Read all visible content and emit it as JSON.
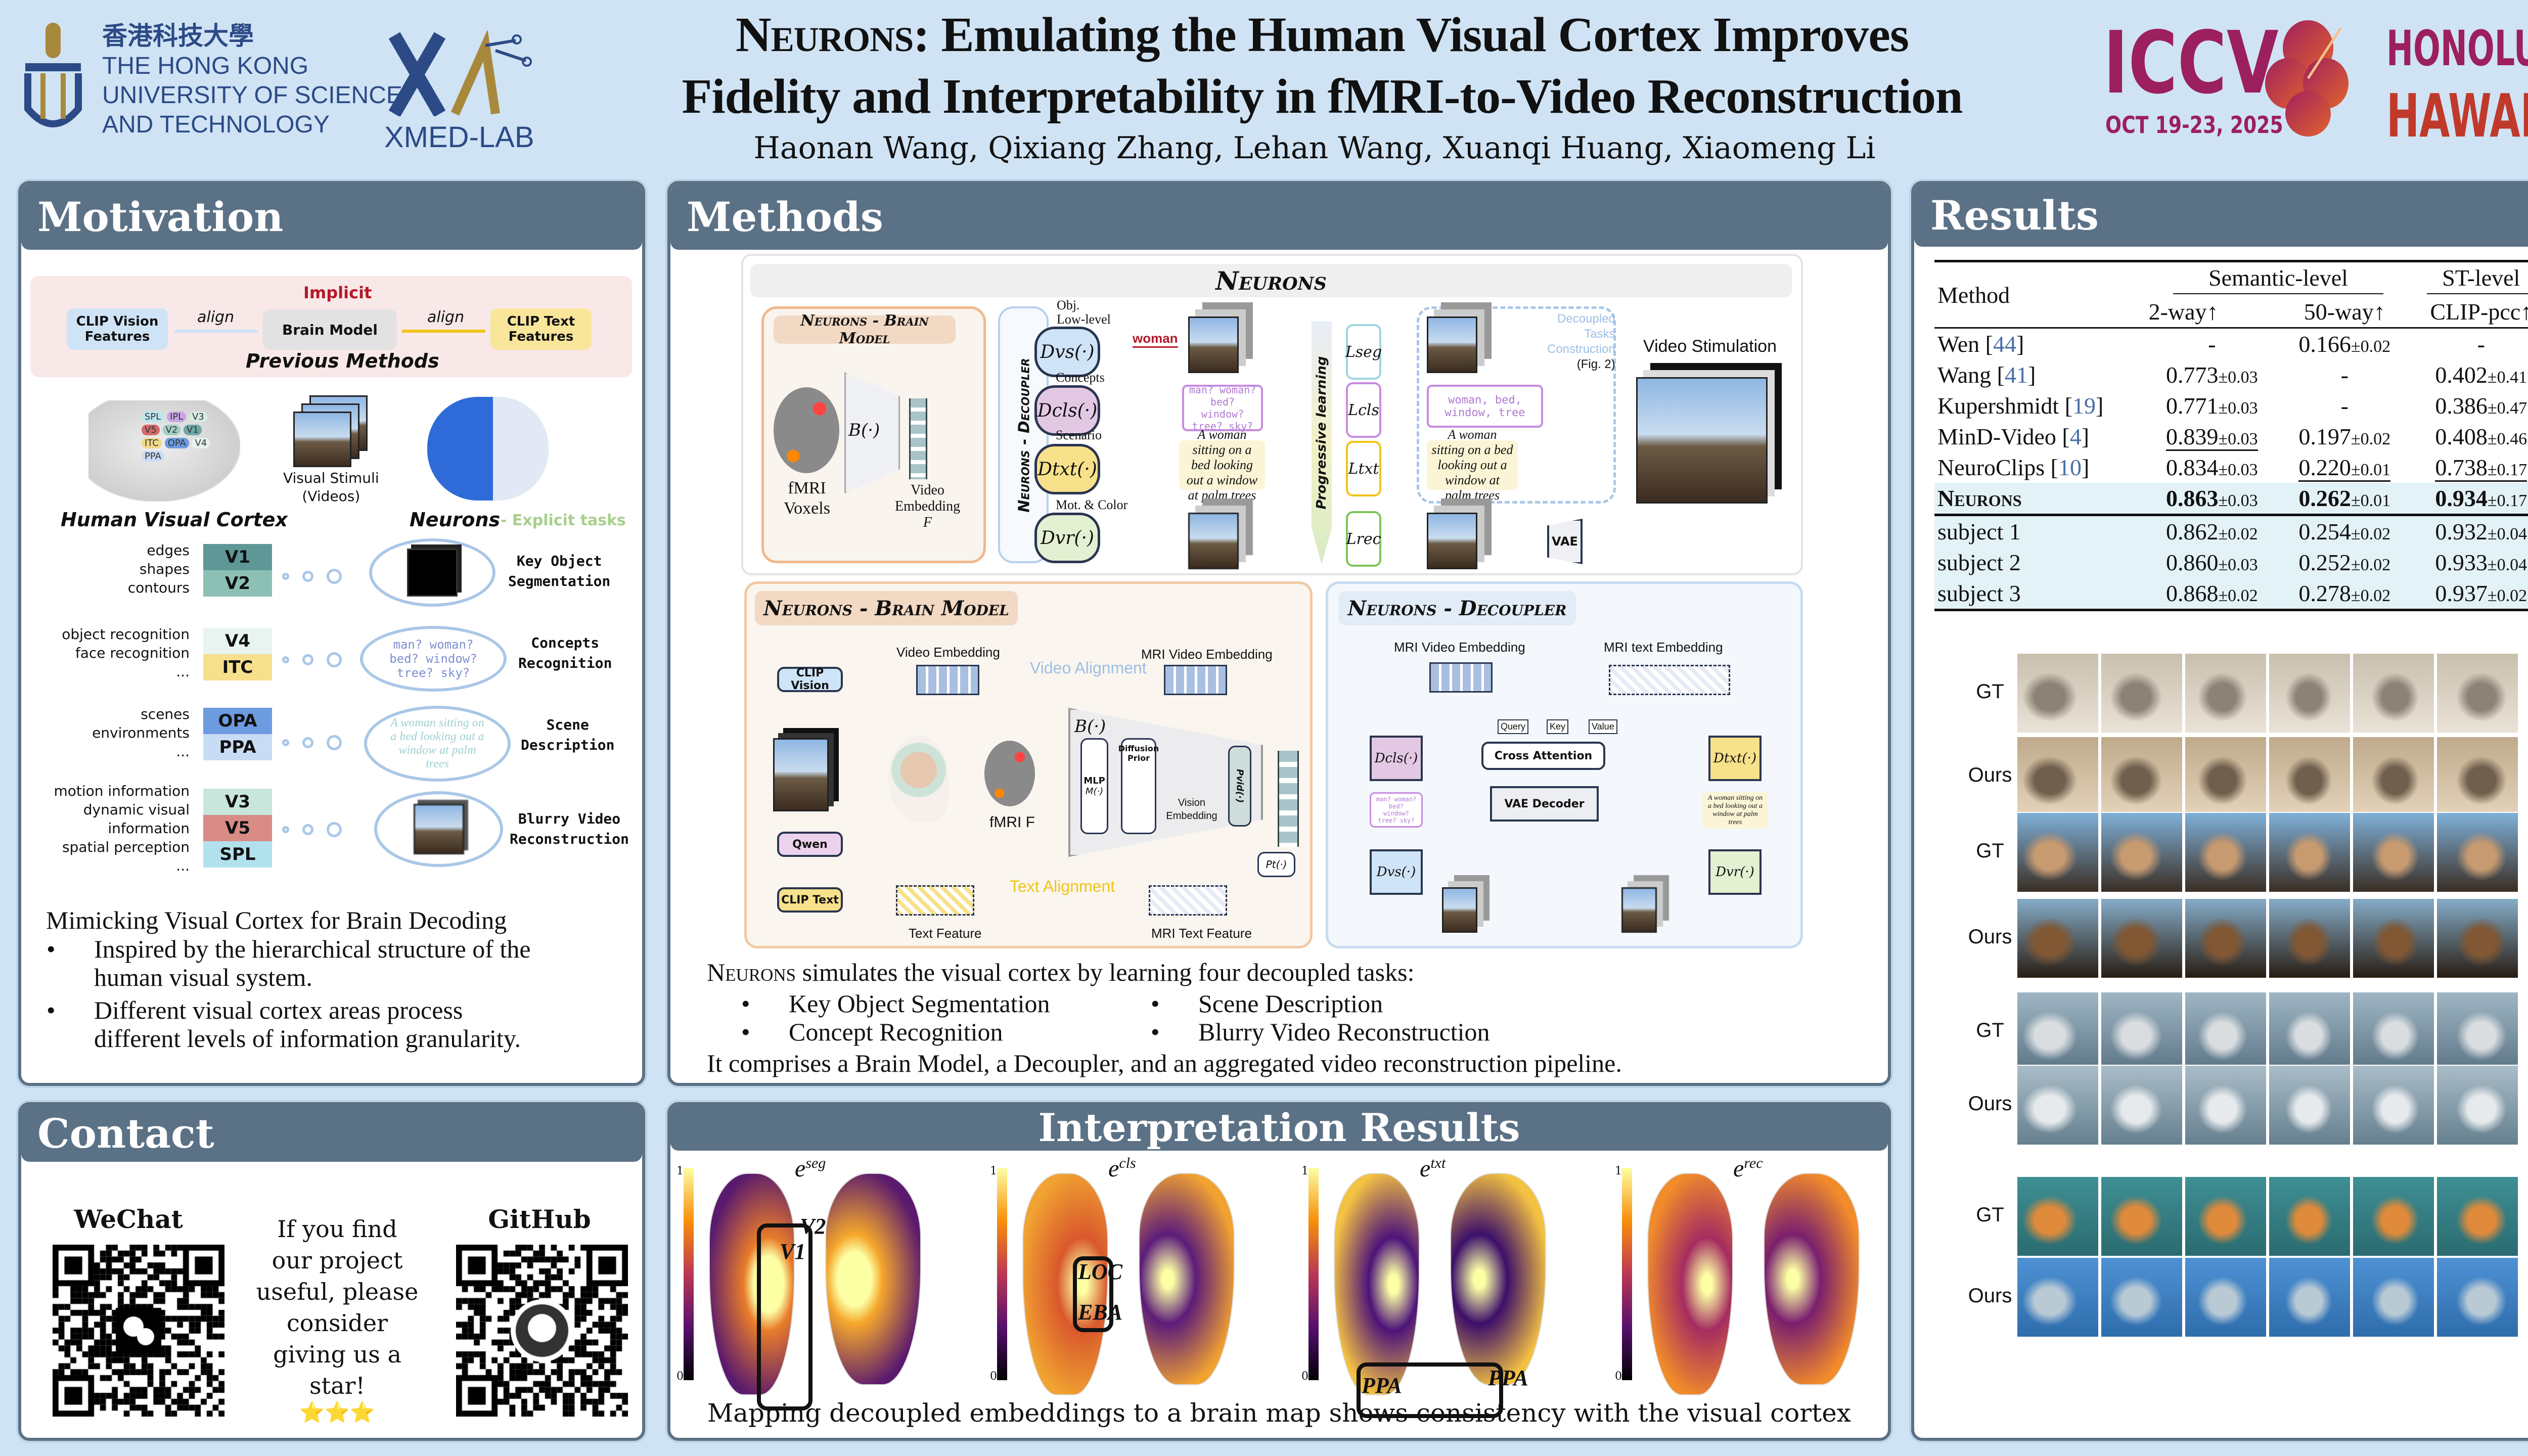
{
  "header": {
    "hkust_chinese": "香港科技大學",
    "hkust_lines": [
      "THE HONG KONG",
      "UNIVERSITY OF SCIENCE",
      "AND TECHNOLOGY"
    ],
    "lab": "XMED-LAB",
    "title_brand": "Neurons",
    "title_rest_line1": ": Emulating the Human Visual Cortex Improves",
    "title_line2": "Fidelity and Interpretability in fMRI-to-Video Reconstruction",
    "authors": "Haonan Wang, Qixiang Zhang, Lehan Wang, Xuanqi Huang, Xiaomeng Li",
    "conf": {
      "name": "ICCV",
      "dates": "OCT 19-23, 2025",
      "city": "HONOLULU",
      "state": "HAWAII"
    }
  },
  "motivation": {
    "heading": "Motivation",
    "diagram": {
      "implicit": "Implicit",
      "clip_vision": "CLIP Vision Features",
      "align_left": "align",
      "brain_model": "Brain Model",
      "align_right": "align",
      "clip_text": "CLIP Text Features",
      "previous_methods": "Previous Methods",
      "brain_regions": [
        "SPL",
        "IPL",
        "V3",
        "V5",
        "V2",
        "V1",
        "ITC",
        "OPA",
        "V4",
        "PPA"
      ],
      "visual_stimuli": "Visual Stimuli",
      "visual_stimuli_sub": "(Videos)",
      "human_visual_cortex": "Human Visual Cortex",
      "neurons": "Neurons",
      "explicit_tasks": "- Explicit tasks",
      "rows": [
        {
          "functions": [
            "edges",
            "shapes",
            "contours"
          ],
          "regions": [
            "V1",
            "V2"
          ],
          "cloud": "",
          "task": [
            "Key Object",
            "Segmentation"
          ]
        },
        {
          "functions": [
            "object recognition",
            "face recognition",
            "..."
          ],
          "regions": [
            "V4",
            "ITC"
          ],
          "cloud": "man? woman? bed? window? tree? sky?",
          "task": [
            "Concepts",
            "Recognition"
          ]
        },
        {
          "functions": [
            "scenes",
            "environments",
            "..."
          ],
          "regions": [
            "OPA",
            "PPA"
          ],
          "cloud": "A woman sitting on a bed looking out a window at palm trees",
          "task": [
            "Scene",
            "Description"
          ]
        },
        {
          "functions": [
            "motion information",
            "dynamic visual",
            "information",
            "spatial perception",
            "..."
          ],
          "regions": [
            "V3",
            "V5",
            "SPL"
          ],
          "cloud": "",
          "task": [
            "Blurry Video",
            "Reconstruction"
          ]
        }
      ]
    },
    "subtitle": "Mimicking Visual Cortex for Brain Decoding",
    "bullets": [
      [
        "Inspired by the hierarchical structure of the",
        "human visual system."
      ],
      [
        "Different visual cortex areas process",
        "different levels of information granularity."
      ]
    ]
  },
  "contact": {
    "heading": "Contact",
    "wechat": "WeChat",
    "github": "GitHub",
    "message_lines": [
      "If you find",
      "our project",
      "useful, please",
      "consider",
      "giving us a",
      "star!"
    ],
    "stars": "⭐⭐⭐"
  },
  "methods": {
    "heading": "Methods",
    "overview": {
      "title": "Neurons",
      "brain_model_label": "Neurons - Brain Model",
      "fmri": "fMRI",
      "voxels": "Voxels",
      "b_fn": "B(·)",
      "video_embedding": "Video",
      "video_embedding2": "Embedding",
      "f_symbol": "F",
      "decoupler_label": "Neurons - Decoupler",
      "rows": [
        {
          "label": "Obj.",
          "label2": "Low-level",
          "module": "Dvs(·)",
          "loss": "Lseg",
          "color": "#cfe4f7",
          "loss_color": "#9fd6e0"
        },
        {
          "label": "Concepts",
          "label2": "",
          "module": "Dcls(·)",
          "loss": "Lcls",
          "color": "#e3c8e4",
          "loss_color": "#c88be0"
        },
        {
          "label": "Scenario",
          "label2": "",
          "module": "Dtxt(·)",
          "loss": "Ltxt",
          "color": "#f7e18a",
          "loss_color": "#f0c419"
        },
        {
          "label": "Mot. & Color",
          "label2": "",
          "module": "Dvr(·)",
          "loss": "Lrec",
          "color": "#e4f0d2",
          "loss_color": "#7fc45a"
        }
      ],
      "woman_tag": "woman",
      "concepts_pred": "man? woman? bed? window? tree? sky?",
      "caption_pred": "A woman sitting on a bed looking out a window at palm trees",
      "concepts_gt": "woman, bed, window, tree",
      "caption_gt": "A woman sitting on a bed looking out a window at palm trees",
      "progressive": "Progressive learning",
      "decoupled_tasks": [
        "Decoupled",
        "Tasks",
        "Construction",
        "(Fig. 2)"
      ],
      "video_stimulation": "Video Stimulation",
      "vae": "VAE"
    },
    "brain_model": {
      "title": "Neurons - Brain Model",
      "video_embedding": "Video Embedding",
      "mri_video_embedding": "MRI Video Embedding",
      "video_alignment": "Video Alignment",
      "clip_vision": "CLIP Vision",
      "qwen": "Qwen",
      "clip_text": "CLIP Text",
      "b_fn": "B(·)",
      "mlp": "MLP",
      "mlp_fn": "M(·)",
      "diffusion_prior": "Diffusion Prior",
      "vision_embedding": "Vision Embedding",
      "pvid": "Pvid(·)",
      "pt": "Pt(·)",
      "fmri": "fMRI F",
      "text_alignment": "Text Alignment",
      "text_feature": "Text Feature",
      "mri_text_feature": "MRI Text Feature"
    },
    "decoupler": {
      "title": "Neurons - Decoupler",
      "mri_video_embedding": "MRI Video Embedding",
      "mri_text_embedding": "MRI text Embedding",
      "query": "Query",
      "key": "Key",
      "value": "Value",
      "cross_attention": "Cross Attention",
      "vae_decoder": "VAE Decoder",
      "dcls": "Dcls(·)",
      "dtxt": "Dtxt(·)",
      "dvs": "Dvs(·)",
      "dvr": "Dvr(·)",
      "concepts": "man? woman? bed? window? tree? sky?",
      "caption": "A woman sitting on a bed looking out a window at palm trees"
    },
    "summary_brand": "Neurons",
    "summary_rest": " simulates the visual cortex by learning four decoupled tasks:",
    "tasks": [
      "Key Object Segmentation",
      "Scene Description",
      "Concept Recognition",
      "Blurry Video Reconstruction"
    ],
    "conclusion": "It comprises a Brain Model, a Decoupler, and an aggregated video reconstruction pipeline."
  },
  "interpretation": {
    "heading": "Interpretation Results",
    "maps": [
      {
        "label": "e",
        "sup": "seg",
        "annotations": [
          "V1",
          "V2"
        ]
      },
      {
        "label": "e",
        "sup": "cls",
        "annotations": [
          "LOC",
          "EBA"
        ]
      },
      {
        "label": "e",
        "sup": "txt",
        "annotations": [
          "PPA",
          "PPA"
        ]
      },
      {
        "label": "e",
        "sup": "rec",
        "annotations": []
      }
    ],
    "colorbar_max": "1",
    "colorbar_min": "0",
    "caption": "Mapping decoupled embeddings to a brain map shows consistency with the visual cortex"
  },
  "results": {
    "heading": "Results",
    "table": {
      "method_header": "Method",
      "group_headers": [
        "Semantic-level",
        "ST-level"
      ],
      "columns": [
        "2-way↑",
        "50-way↑",
        "CLIP-pcc↑"
      ],
      "rows": [
        {
          "name": "Wen",
          "cite": "44",
          "cells": [
            [
              "-",
              ""
            ],
            [
              "0.166",
              "±0.02"
            ],
            [
              "-",
              ""
            ]
          ]
        },
        {
          "name": "Wang",
          "cite": "41",
          "cells": [
            [
              "0.773",
              "±0.03"
            ],
            [
              "-",
              ""
            ],
            [
              "0.402",
              "±0.41"
            ]
          ]
        },
        {
          "name": "Kupershmidt",
          "cite": "19",
          "cells": [
            [
              "0.771",
              "±0.03"
            ],
            [
              "-",
              ""
            ],
            [
              "0.386",
              "±0.47"
            ]
          ]
        },
        {
          "name": "MinD-Video",
          "cite": "4",
          "cells": [
            [
              "0.839",
              "±0.03"
            ],
            [
              "0.197",
              "±0.02"
            ],
            [
              "0.408",
              "±0.46"
            ]
          ]
        },
        {
          "name": "NeuroClips",
          "cite": "10",
          "cells": [
            [
              "0.834",
              "±0.03"
            ],
            [
              "0.220",
              "±0.01"
            ],
            [
              "0.738",
              "±0.17"
            ]
          ]
        },
        {
          "name": "Neurons",
          "cite": "",
          "cells": [
            [
              "0.863",
              "±0.03"
            ],
            [
              "0.262",
              "±0.01"
            ],
            [
              "0.934",
              "±0.17"
            ]
          ]
        }
      ],
      "subject_rows": [
        {
          "name": "subject 1",
          "cells": [
            [
              "0.862",
              "±0.02"
            ],
            [
              "0.254",
              "±0.02"
            ],
            [
              "0.932",
              "±0.04"
            ]
          ]
        },
        {
          "name": "subject 2",
          "cells": [
            [
              "0.860",
              "±0.03"
            ],
            [
              "0.252",
              "±0.02"
            ],
            [
              "0.933",
              "±0.04"
            ]
          ]
        },
        {
          "name": "subject 3",
          "cells": [
            [
              "0.868",
              "±0.02"
            ],
            [
              "0.278",
              "±0.02"
            ],
            [
              "0.937",
              "±0.02"
            ]
          ]
        }
      ]
    },
    "gallery_labels": [
      "GT",
      "Ours",
      "GT",
      "Ours",
      "GT",
      "Ours",
      "GT",
      "Ours"
    ]
  }
}
